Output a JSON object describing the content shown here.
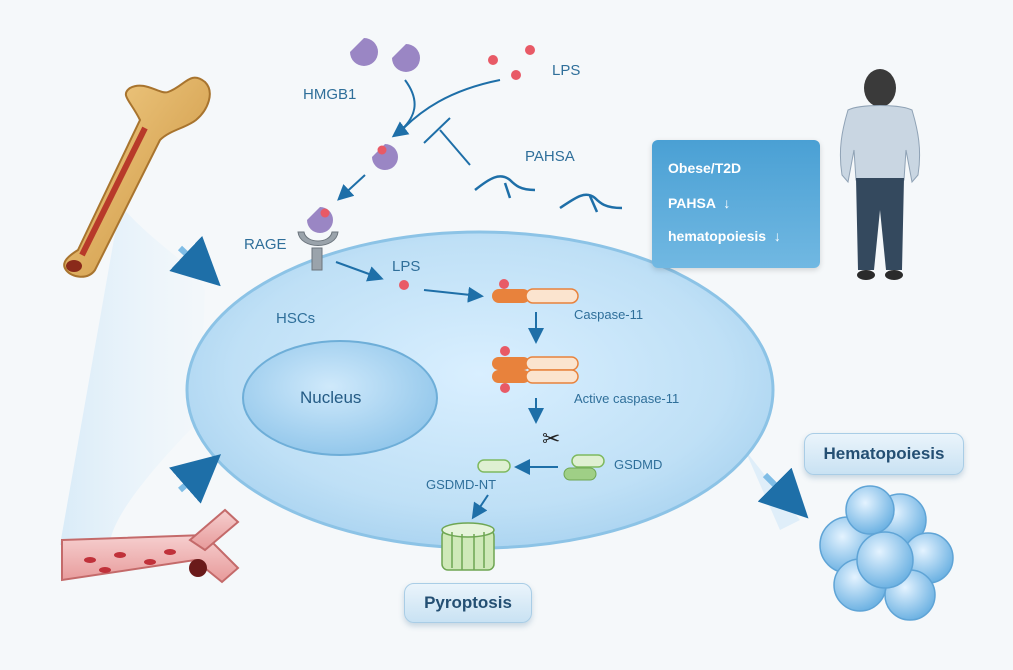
{
  "labels": {
    "hmgb1": "HMGB1",
    "lps_top": "LPS",
    "pahsa": "PAHSA",
    "rage": "RAGE",
    "lps_cell": "LPS",
    "hscs": "HSCs",
    "nucleus": "Nucleus",
    "caspase11": "Caspase-11",
    "active_caspase11": "Active caspase-11",
    "gsdmd": "GSDMD",
    "gsdmd_nt": "GSDMD-NT",
    "pyroptosis": "Pyroptosis",
    "hematopoiesis": "Hematopoiesis"
  },
  "panel": {
    "line1": "Obese/T2D",
    "line2_text": "PAHSA",
    "line2_arrow": "↓",
    "line3_text": "hematopoiesis",
    "line3_arrow": "↓"
  },
  "colors": {
    "cell_fill": "#bfe0f6",
    "arrow": "#1e6fa8",
    "hmgb1": "#9a86c4",
    "lps_dot": "#e85a66",
    "caspase": "#e8823c",
    "gsdmd": "#9fcf86",
    "panel": "#4aa0d4"
  },
  "icons": [
    "bone-icon",
    "blood-vessel-icon",
    "person-silhouette-icon",
    "scissors-icon",
    "cell-cluster-icon",
    "pore-icon",
    "receptor-icon"
  ]
}
